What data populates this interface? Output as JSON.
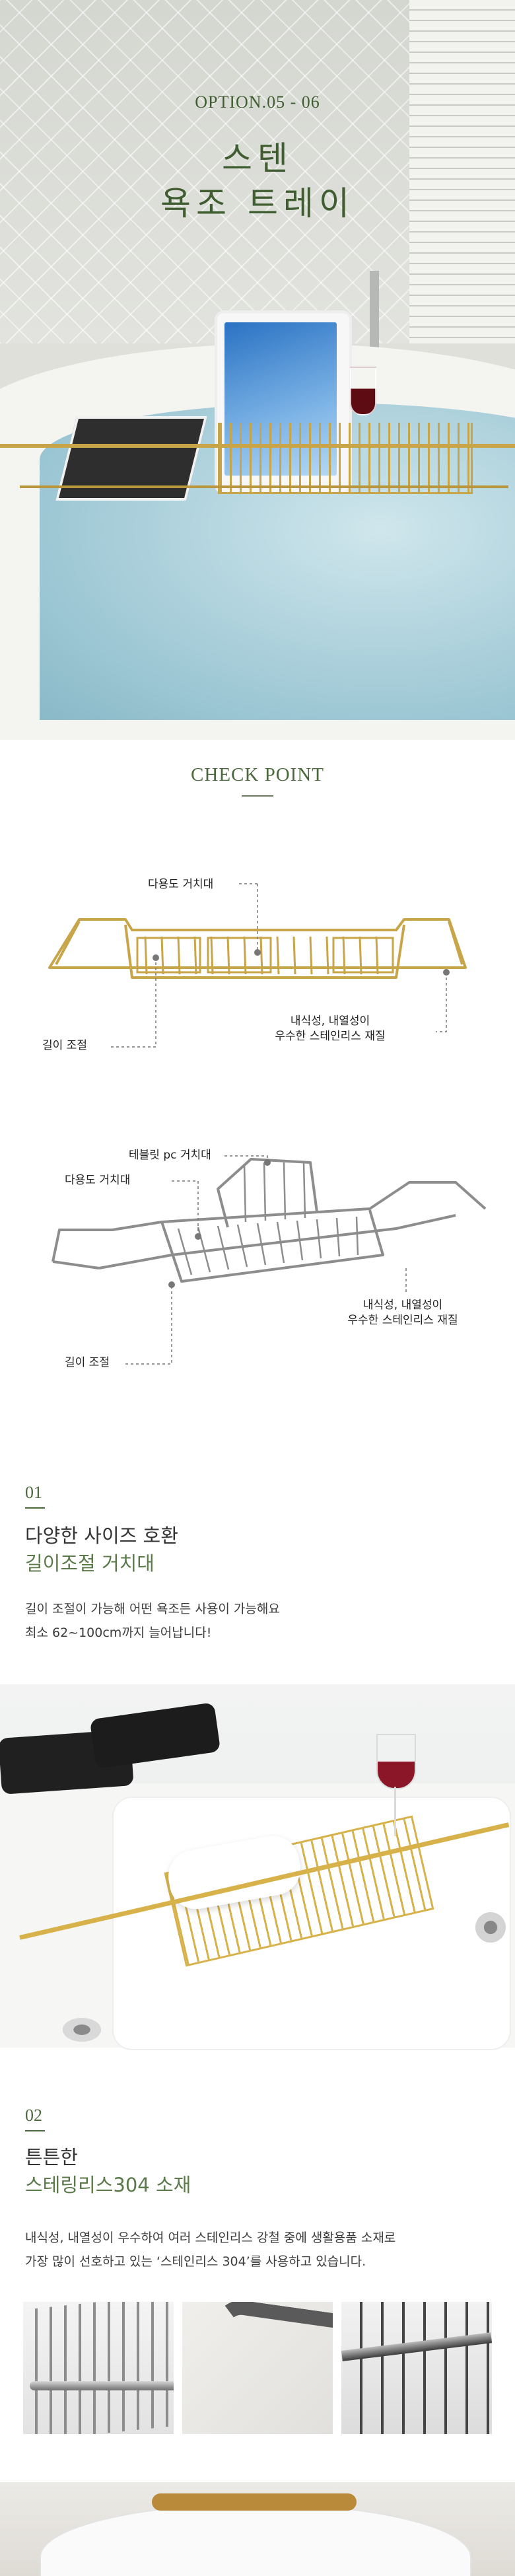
{
  "hero": {
    "option_label": "OPTION.05 - 06",
    "title_line1": "스텐",
    "title_line2": "욕조 트레이"
  },
  "checkpoint": {
    "title": "CHECK POINT",
    "diagram1": {
      "label_top": "다용도 거치대",
      "label_left": "길이 조절",
      "label_right_line1": "내식성, 내열성이",
      "label_right_line2": "우수한 스테인리스 재질"
    },
    "diagram2": {
      "label_top": "테블릿 pc 거치대",
      "label_mid": "다용도 거치대",
      "label_left": "길이 조절",
      "label_right_line1": "내식성, 내열성이",
      "label_right_line2": "우수한 스테인리스 재질"
    }
  },
  "section1": {
    "number": "01",
    "title": "다양한 사이즈 호환",
    "subtitle": "길이조절 거치대",
    "text_line1": "길이 조절이 가능해 어떤 욕조든 사용이 가능해요",
    "text_line2": "최소 62~100cm까지 늘어납니다!"
  },
  "section2": {
    "number": "02",
    "title": "튼튼한",
    "subtitle": "스테링리스304 소재",
    "text_line1": "내식성, 내열성이 우수하여 여러 스테인리스 강철 중에 생활용품 소재로",
    "text_line2": "가장 많이 선호하고 있는 ‘스테인리스 304’를 사용하고 있습니다."
  },
  "colors": {
    "accent_green": "#4a6a3c",
    "gold": "#c9a54a",
    "silver": "#8d8d8d"
  }
}
